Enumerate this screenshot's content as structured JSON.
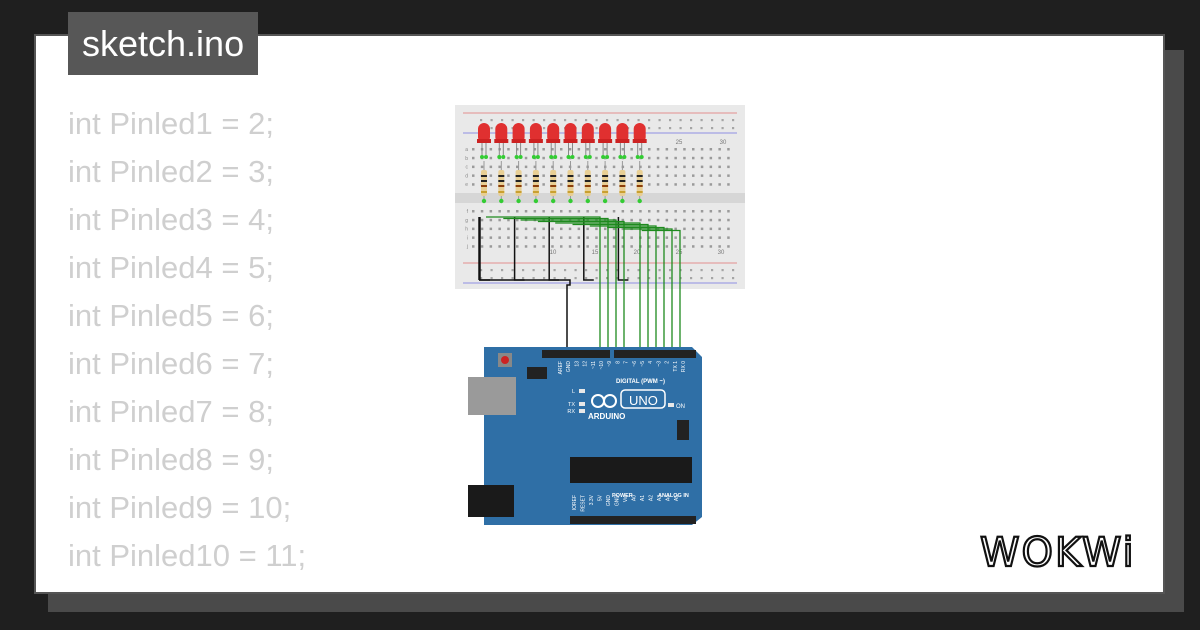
{
  "file_tab": {
    "label": "sketch.ino"
  },
  "code_lines": [
    "int Pinled1 = 2;",
    "int Pinled2 = 3;",
    "int Pinled3 = 4;",
    "int Pinled4 = 5;",
    "int Pinled5 = 6;",
    "int Pinled6 = 7;",
    "int Pinled7 = 8;",
    "int Pinled8 = 9;",
    "int Pinled9 = 10;",
    "int Pinled10 = 11;"
  ],
  "breadboard": {
    "column_labels": [
      "10",
      "15",
      "20",
      "25",
      "30"
    ],
    "top_column_labels": [
      "25",
      "30"
    ],
    "row_labels": [
      "a",
      "b",
      "c",
      "d",
      "e",
      "f",
      "g",
      "h",
      "i",
      "j"
    ],
    "led_count": 10,
    "led_color": "#e03030"
  },
  "arduino": {
    "brand": "ARDUINO",
    "model": "UNO",
    "digital_header_label": "DIGITAL (PWM ~)",
    "power_label": "POWER",
    "analog_label": "ANALOG IN",
    "on_label": "ON",
    "led_labels": [
      "L",
      "TX",
      "RX"
    ],
    "top_pins": [
      "AREF",
      "GND",
      "13",
      "12",
      "~11",
      "~10",
      "~9",
      "8",
      "7",
      "~6",
      "~5",
      "4",
      "~3",
      "2",
      "TX 1",
      "RX 0"
    ],
    "bottom_pins": [
      "IOREF",
      "RESET",
      "3.3V",
      "5V",
      "GND",
      "GND",
      "Vin",
      "A0",
      "A1",
      "A2",
      "A3",
      "A4",
      "A5"
    ],
    "board_color": "#2f6fa6"
  },
  "wire_colors": {
    "signal": "#1e8a1e",
    "ground": "#111111"
  },
  "logo": {
    "text": "WOKWi"
  }
}
